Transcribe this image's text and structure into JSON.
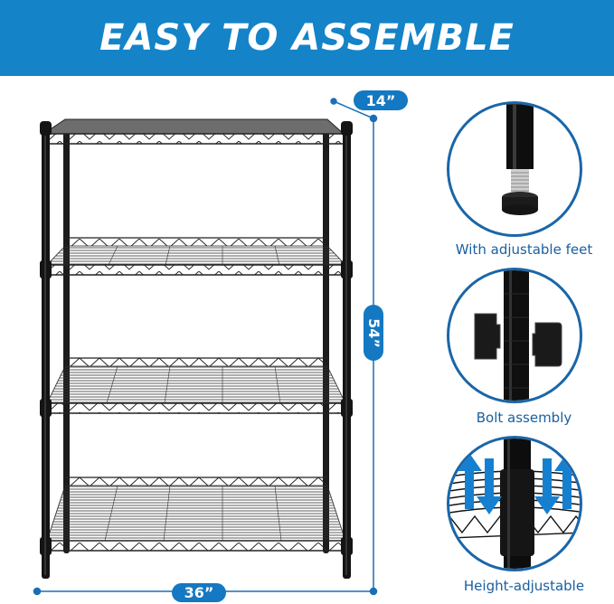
{
  "banner": {
    "title": "EASY TO ASSEMBLE",
    "background_color": "#1483c8",
    "text_color": "#ffffff"
  },
  "dimensions": {
    "depth": "14”",
    "height": "54”",
    "width": "36”",
    "line_color": "#1a6fb5",
    "pill_color": "#1478c2"
  },
  "product": {
    "description": "4-tier black wire shelving rack",
    "shelf_count": 4,
    "color": "#1a1a1a"
  },
  "features": [
    {
      "caption": "With adjustable feet",
      "icon": "adjustable-foot-icon"
    },
    {
      "caption": "Bolt assembly",
      "icon": "bolt-clip-icon"
    },
    {
      "caption": "Height-adjustable",
      "icon": "height-arrows-icon"
    }
  ],
  "accent_colors": {
    "circle_border": "#1a66a8",
    "caption_text": "#1a5fa0",
    "arrow_blue": "#1580d0"
  }
}
